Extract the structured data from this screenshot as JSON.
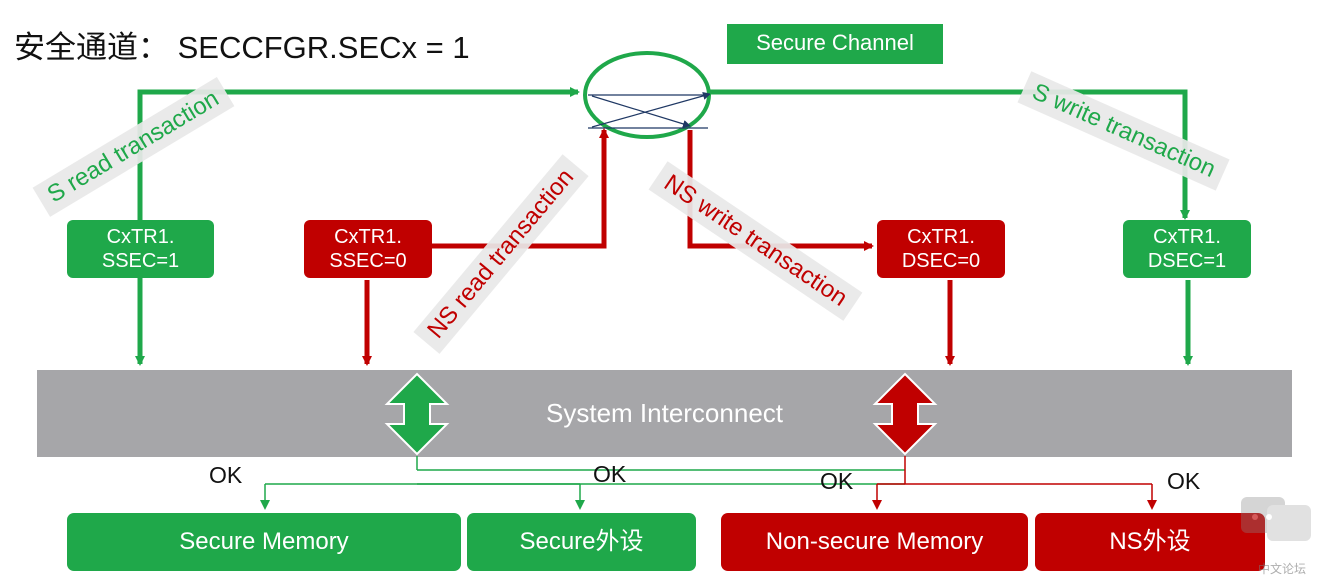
{
  "title": "安全通道： SECCFGR.SECx = 1",
  "secure_channel_tag": "Secure Channel",
  "registers": {
    "s_read": [
      "CxTR1.",
      "SSEC=1"
    ],
    "ns_read": [
      "CxTR1.",
      "SSEC=0"
    ],
    "ns_write": [
      "CxTR1.",
      "DSEC=0"
    ],
    "s_write": [
      "CxTR1.",
      "DSEC=1"
    ]
  },
  "transactions": {
    "s_read": "S read transaction",
    "ns_read": "NS read transaction",
    "ns_write": "NS write transaction",
    "s_write": "S write transaction"
  },
  "interconnect": "System Interconnect",
  "ok_labels": [
    "OK",
    "OK",
    "OK",
    "OK"
  ],
  "targets": {
    "secure_memory": "Secure Memory",
    "secure_peripheral": "Secure外设",
    "nonsecure_memory": "Non-secure Memory",
    "ns_peripheral": "NS外设"
  },
  "watermark": "中文论坛",
  "colors": {
    "secure": "#1fa84a",
    "nonsecure": "#c00000",
    "bus": "#a6a6a9"
  }
}
